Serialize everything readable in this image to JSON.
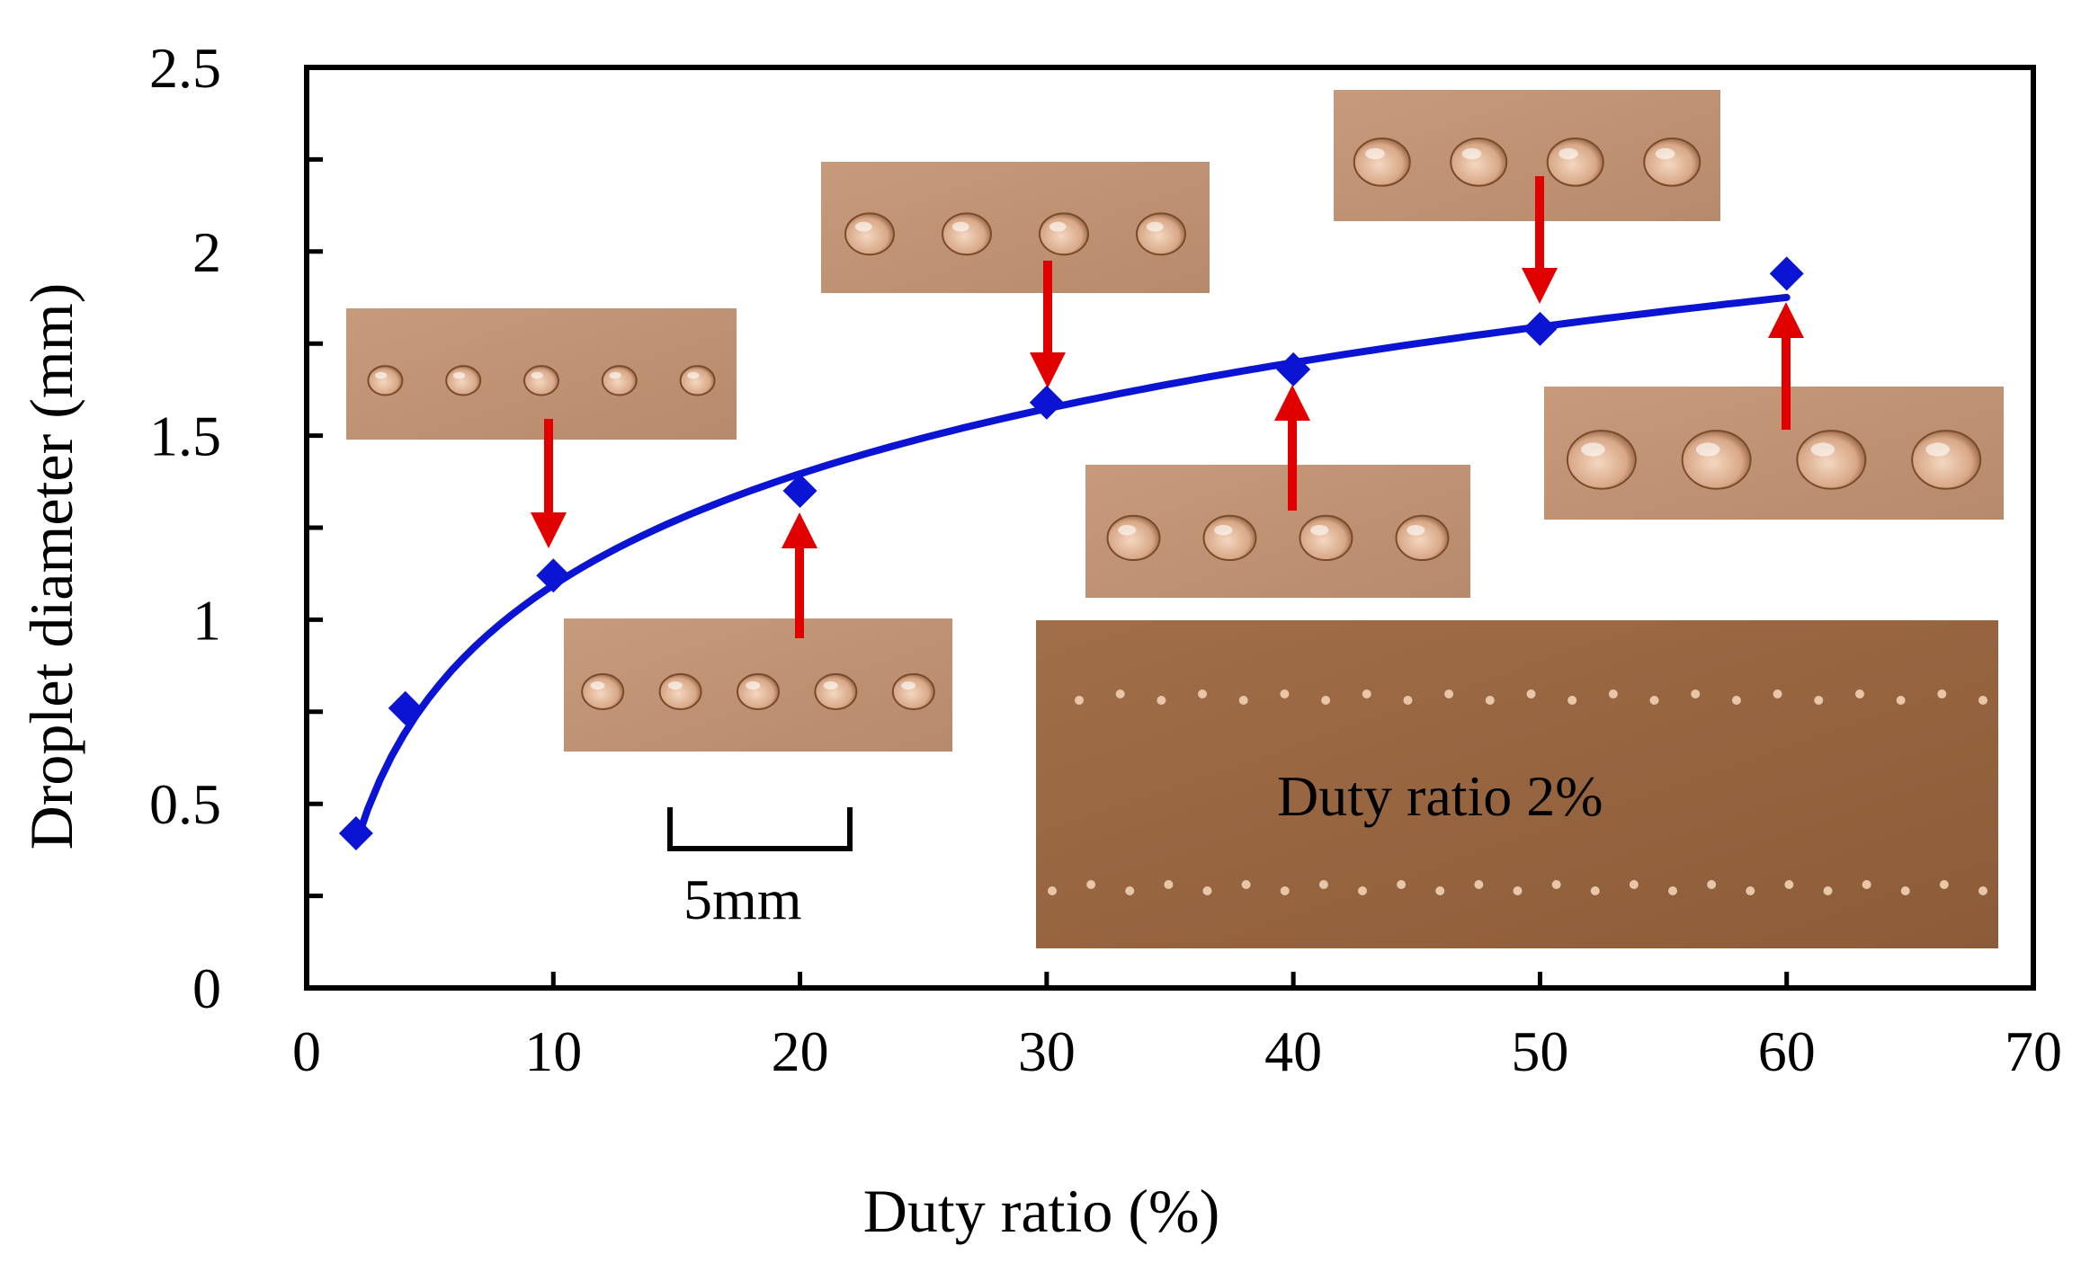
{
  "chart_data": {
    "type": "scatter",
    "xlabel": "Duty ratio (%)",
    "ylabel": "Droplet diameter (mm)",
    "xlim": [
      0,
      70
    ],
    "ylim": [
      0,
      2.5
    ],
    "xticks": [
      "0",
      "10",
      "20",
      "30",
      "40",
      "50",
      "60",
      "70"
    ],
    "yticks": [
      "0",
      "0.5",
      "1",
      "1.5",
      "2",
      "2.5"
    ],
    "grid": false,
    "series": [
      {
        "x": [
          2,
          4,
          10,
          20,
          30,
          40,
          50,
          60
        ],
        "y": [
          0.42,
          0.76,
          1.12,
          1.35,
          1.59,
          1.68,
          1.79,
          1.94
        ],
        "marker": "diamond",
        "color": "#0a14d2"
      }
    ],
    "trendline": {
      "type": "logarithmic",
      "color": "#0a14d2",
      "x_range": [
        2,
        60
      ],
      "a": 0.436,
      "b": 0.0901
    },
    "annotations": {
      "scale_bar": "5mm",
      "inset_caption": "Duty ratio 2%",
      "arrow_color": "#e00000"
    }
  }
}
